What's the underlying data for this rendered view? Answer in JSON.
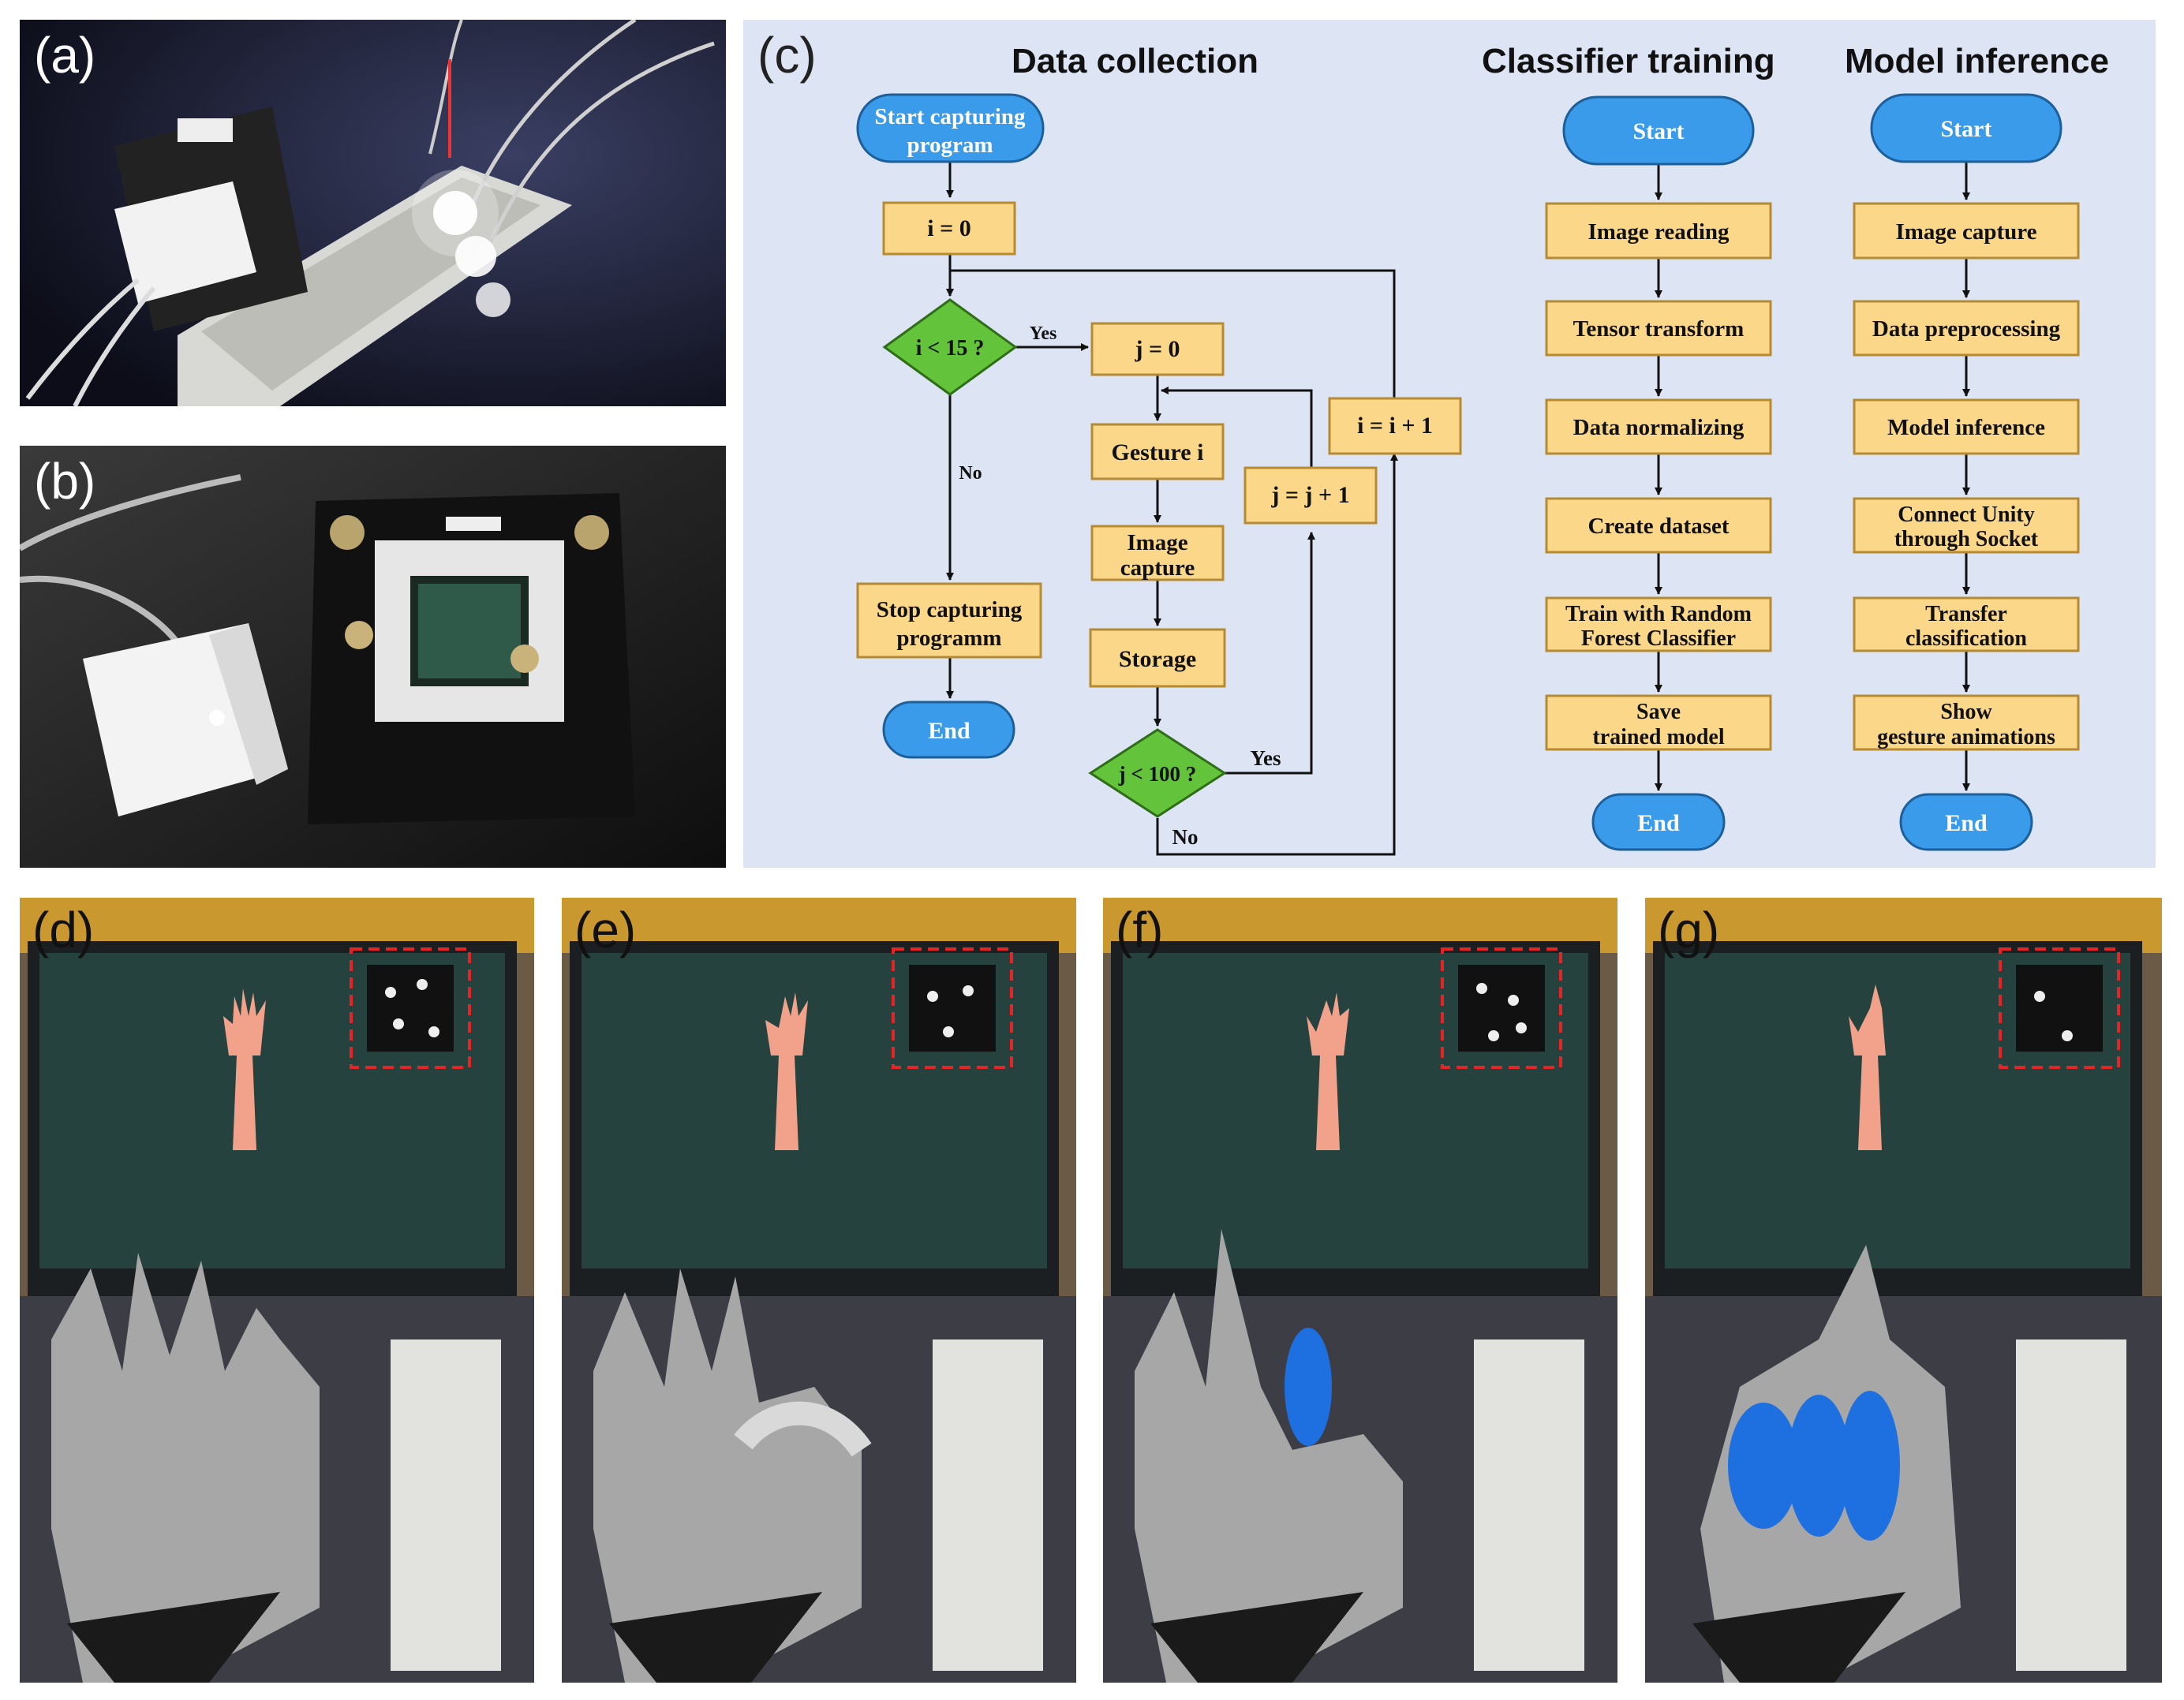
{
  "panels": {
    "a": "(a)",
    "b": "(b)",
    "c": "(c)",
    "d": "(d)",
    "e": "(e)",
    "f": "(f)",
    "g": "(g)"
  },
  "flowchart": {
    "titles": {
      "data_collection": "Data collection",
      "classifier_training": "Classifier training",
      "model_inference": "Model inference"
    },
    "data_collection": {
      "start": [
        "Start capturing",
        "program"
      ],
      "init_i": "i = 0",
      "cond_i": "i < 15 ?",
      "yes": "Yes",
      "no": "No",
      "init_j": "j = 0",
      "gesture": "Gesture i",
      "image_capture": [
        "Image",
        "capture"
      ],
      "storage": "Storage",
      "cond_j": "j < 100 ?",
      "yes_j": "Yes",
      "no_j": "No",
      "inc_j": "j = j + 1",
      "inc_i": "i = i + 1",
      "stop": [
        "Stop capturing",
        "programm"
      ],
      "end": "End"
    },
    "classifier_training": {
      "start": "Start",
      "steps": [
        [
          "Image reading"
        ],
        [
          "Tensor transform"
        ],
        [
          "Data normalizing"
        ],
        [
          "Create dataset"
        ],
        [
          "Train with Random",
          "Forest Classifier"
        ],
        [
          "Save",
          "trained model"
        ]
      ],
      "end": "End"
    },
    "model_inference": {
      "start": "Start",
      "steps": [
        [
          "Image capture"
        ],
        [
          "Data preprocessing"
        ],
        [
          "Model inference"
        ],
        [
          "Connect Unity",
          "through Socket"
        ],
        [
          "Transfer",
          "classification"
        ],
        [
          "Show",
          "gesture animations"
        ]
      ],
      "end": "End"
    }
  },
  "colors": {
    "terminal": "#3a9bea",
    "process": "#fbd78a",
    "decision": "#63c33a",
    "panel_bg": "#dde5f5",
    "highlight_box": "#e52525",
    "glove_blue": "#1e6fe0"
  },
  "misc_text": {
    "stop_typo_note": ""
  }
}
